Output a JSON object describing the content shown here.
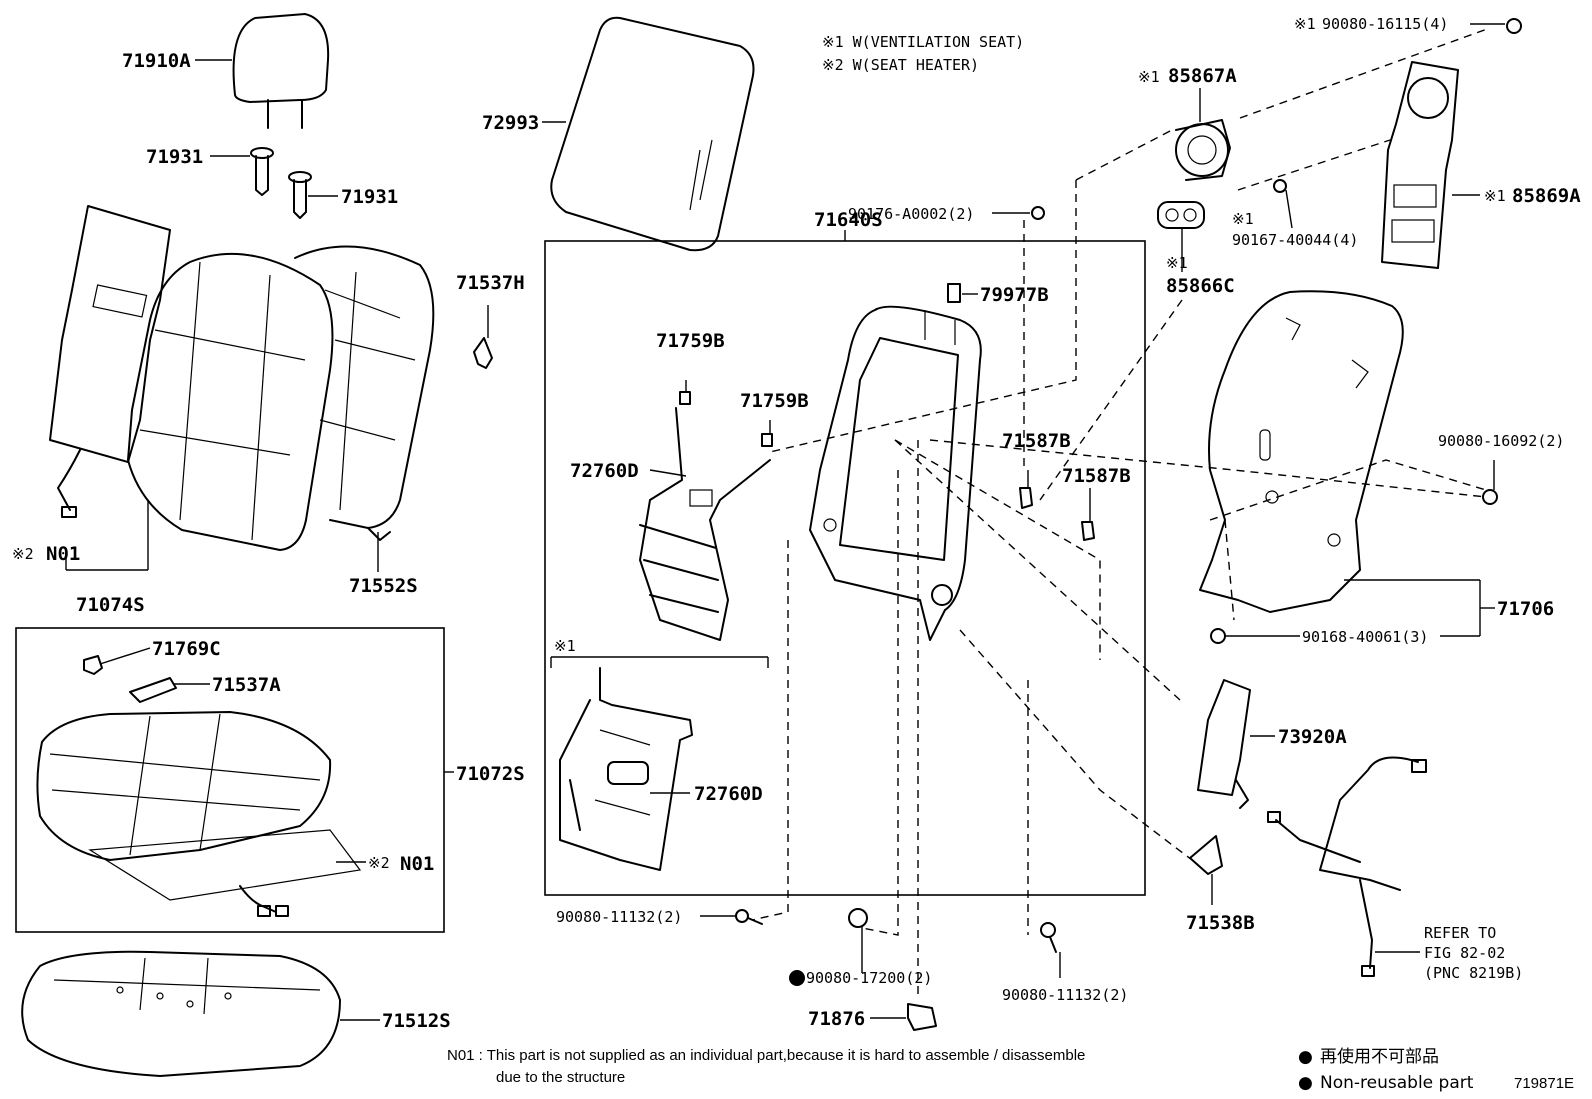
{
  "header_notes": {
    "note1": "※1  W(VENTILATION  SEAT)",
    "note2": "※2  W(SEAT  HEATER)"
  },
  "labels": {
    "p71910A": "71910A",
    "p71931a": "71931",
    "p71931b": "71931",
    "p72993": "72993",
    "p71640S": "71640S",
    "p90176": "90176-A0002(2)",
    "p85867A": "85867A",
    "p85867A_mark": "※1",
    "p85866C": "85866C",
    "p85866C_mark": "※1",
    "p90080_16115": "90080-16115(4)",
    "p90080_16115_mark": "※1",
    "p85869A": "85869A",
    "p85869A_mark": "※1",
    "p90167": "90167-40044(4)",
    "p90167_mark": "※1",
    "p71537H": "71537H",
    "p79977B": "79977B",
    "p71759B_a": "71759B",
    "p71759B_b": "71759B",
    "p72760D_a": "72760D",
    "p72760D_b": "72760D",
    "p72760D_mark": "※1",
    "p71587B_a": "71587B",
    "p71587B_b": "71587B",
    "p90080_16092": "90080-16092(2)",
    "p71706": "71706",
    "p90168": "90168-40061(3)",
    "p73920A": "73920A",
    "p71538B": "71538B",
    "pN01_a": "N01",
    "pN01_a_mark": "※2",
    "p71074S": "71074S",
    "p71552S": "71552S",
    "p71769C": "71769C",
    "p71537A": "71537A",
    "p71072S": "71072S",
    "pN01_b": "N01",
    "pN01_b_mark": "※2",
    "p71512S": "71512S",
    "p90080_11132_a": "90080-11132(2)",
    "p90080_17200": "90080-17200(2)",
    "p90080_11132_b": "90080-11132(2)",
    "p71876": "71876"
  },
  "refer": {
    "line1": "REFER TO",
    "line2": "FIG 82-02",
    "line3": "(PNC 8219B)"
  },
  "footnote": {
    "line1": "N01 : This part is not supplied as an individual part,because it is hard to assemble / disassemble",
    "line2": "due to the structure"
  },
  "legend": {
    "bullet": "●",
    "jp": "再使用不可部品",
    "en": "Non-reusable part"
  },
  "figure_id": "719871E"
}
